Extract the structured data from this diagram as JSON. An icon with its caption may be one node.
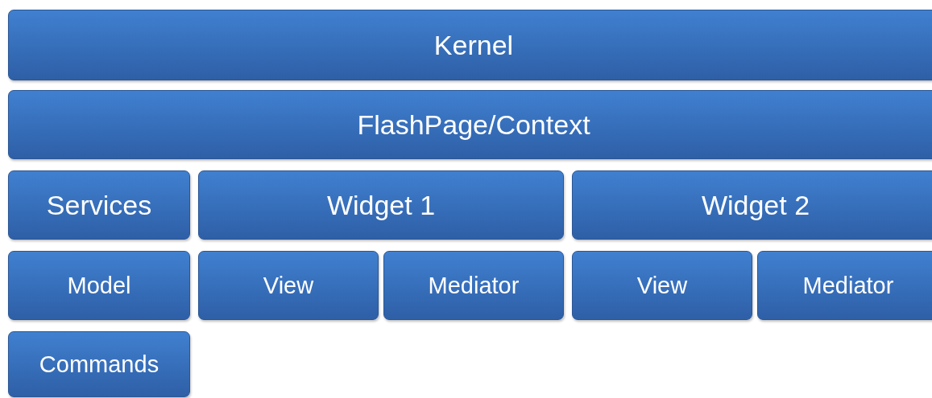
{
  "diagram": {
    "nodes": [
      {
        "text": [
          "Kernel"
        ]
      },
      {
        "text": [
          "FlashPage/Context"
        ]
      },
      {
        "text": [
          "Services"
        ]
      },
      {
        "text": [
          "Widget 1"
        ]
      },
      {
        "text": [
          "Widget 2"
        ]
      },
      {
        "text": [
          "Model"
        ]
      },
      {
        "text": [
          "View"
        ]
      },
      {
        "text": [
          "Mediator"
        ]
      },
      {
        "text": [
          "View"
        ]
      },
      {
        "text": [
          "Mediator"
        ]
      },
      {
        "text": [
          "Commands"
        ]
      }
    ]
  }
}
